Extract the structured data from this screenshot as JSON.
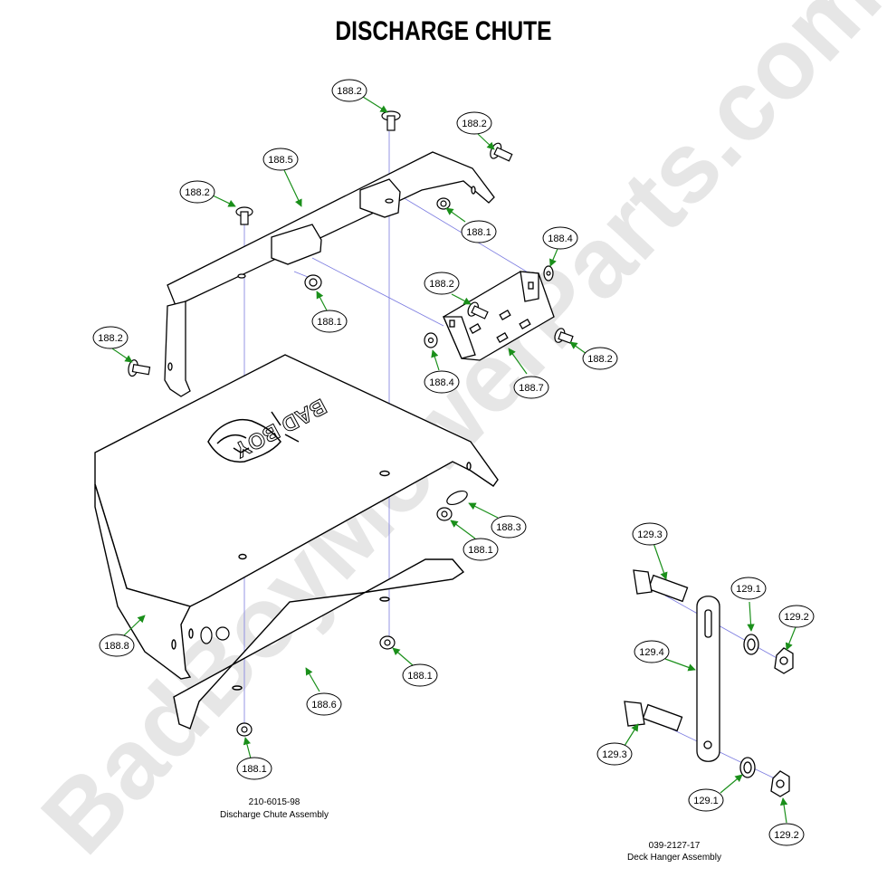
{
  "title": "DISCHARGE CHUTE",
  "watermark": "BadBoyMowerParts.com",
  "logo_text": "BAD BOY",
  "callouts": {
    "c1": "188.2",
    "c2": "188.2",
    "c3": "188.5",
    "c4": "188.2",
    "c5": "188.1",
    "c6": "188.4",
    "c7": "188.1",
    "c8": "188.2",
    "c9": "188.2",
    "c10": "188.2",
    "c11": "188.4",
    "c12": "188.7",
    "c13": "188.3",
    "c14": "188.1",
    "c15": "188.8",
    "c16": "188.1",
    "c17": "188.6",
    "c18": "188.1",
    "c19": "129.3",
    "c20": "129.1",
    "c21": "129.2",
    "c22": "129.4",
    "c23": "129.3",
    "c24": "129.1",
    "c25": "129.2"
  },
  "captions": {
    "chute_part_no": "210-6015-98",
    "chute_name": "Discharge Chute Assembly",
    "hanger_part_no": "039-2127-17",
    "hanger_name": "Deck Hanger Assembly"
  },
  "colors": {
    "leader": "#1a8f1a",
    "centerline": "#7b7be0",
    "outline": "#000000",
    "watermark": "#e6e6e6"
  }
}
